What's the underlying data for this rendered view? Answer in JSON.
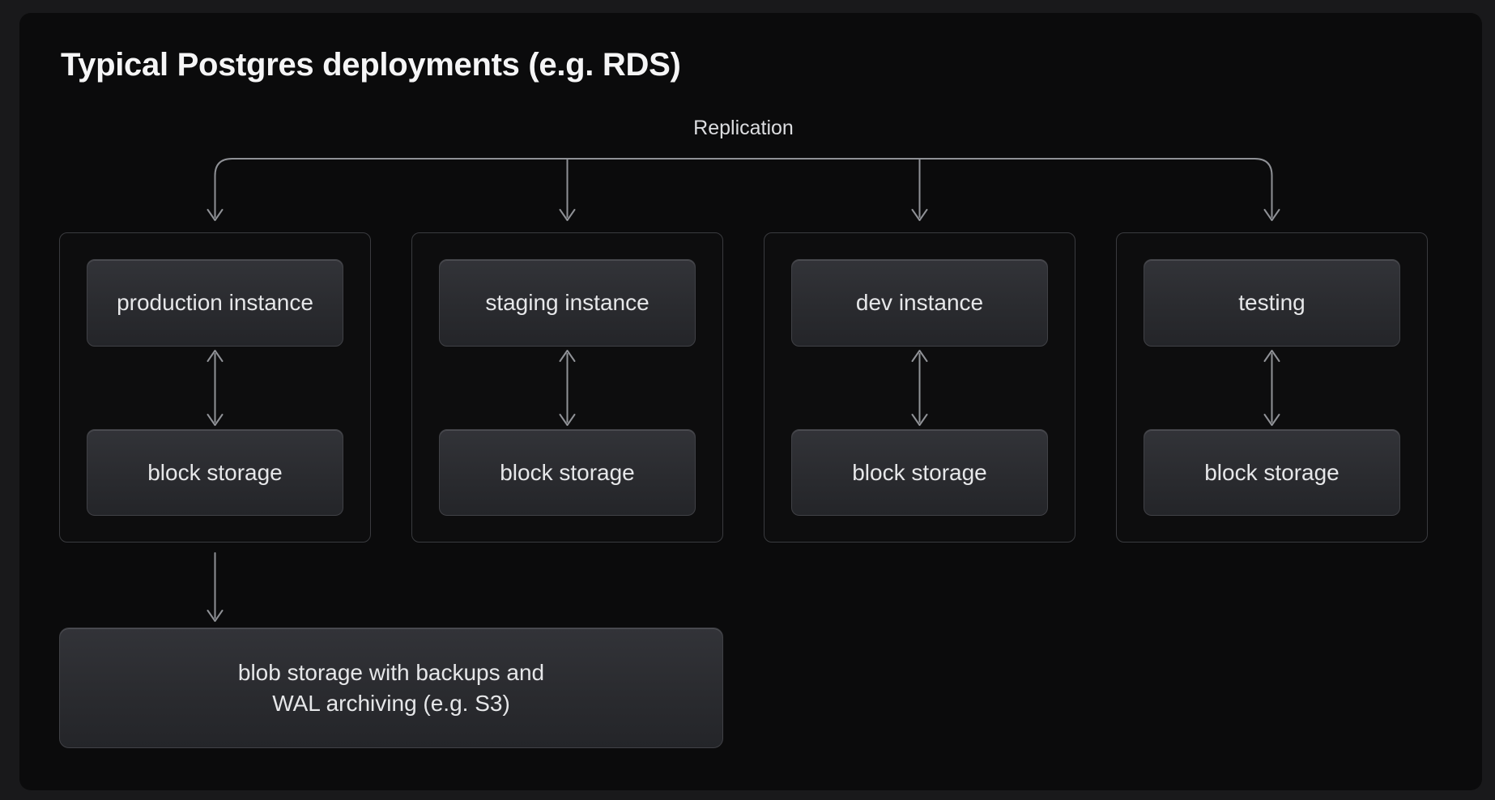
{
  "title": "Typical Postgres deployments (e.g. RDS)",
  "replication": {
    "label": "Replication"
  },
  "columns": [
    {
      "name": "production",
      "instance_label": "production instance",
      "storage_label": "block storage"
    },
    {
      "name": "staging",
      "instance_label": "staging instance",
      "storage_label": "block storage"
    },
    {
      "name": "dev",
      "instance_label": "dev instance",
      "storage_label": "block storage"
    },
    {
      "name": "testing",
      "instance_label": "testing",
      "storage_label": "block storage"
    }
  ],
  "blob_storage": {
    "line1": "blob storage with backups and",
    "line2": "WAL archiving (e.g. S3)"
  },
  "colors": {
    "outer_background": "#19191b",
    "panel_background": "#0b0b0c",
    "node_gradient_top": "#323338",
    "node_gradient_bottom": "#242529",
    "node_border": "#404146",
    "group_border": "#3a3b3f",
    "connector": "#8f9196",
    "title_text": "#f5f5f6",
    "node_text": "#e6e7e9",
    "replication_text": "#dcdde0"
  }
}
